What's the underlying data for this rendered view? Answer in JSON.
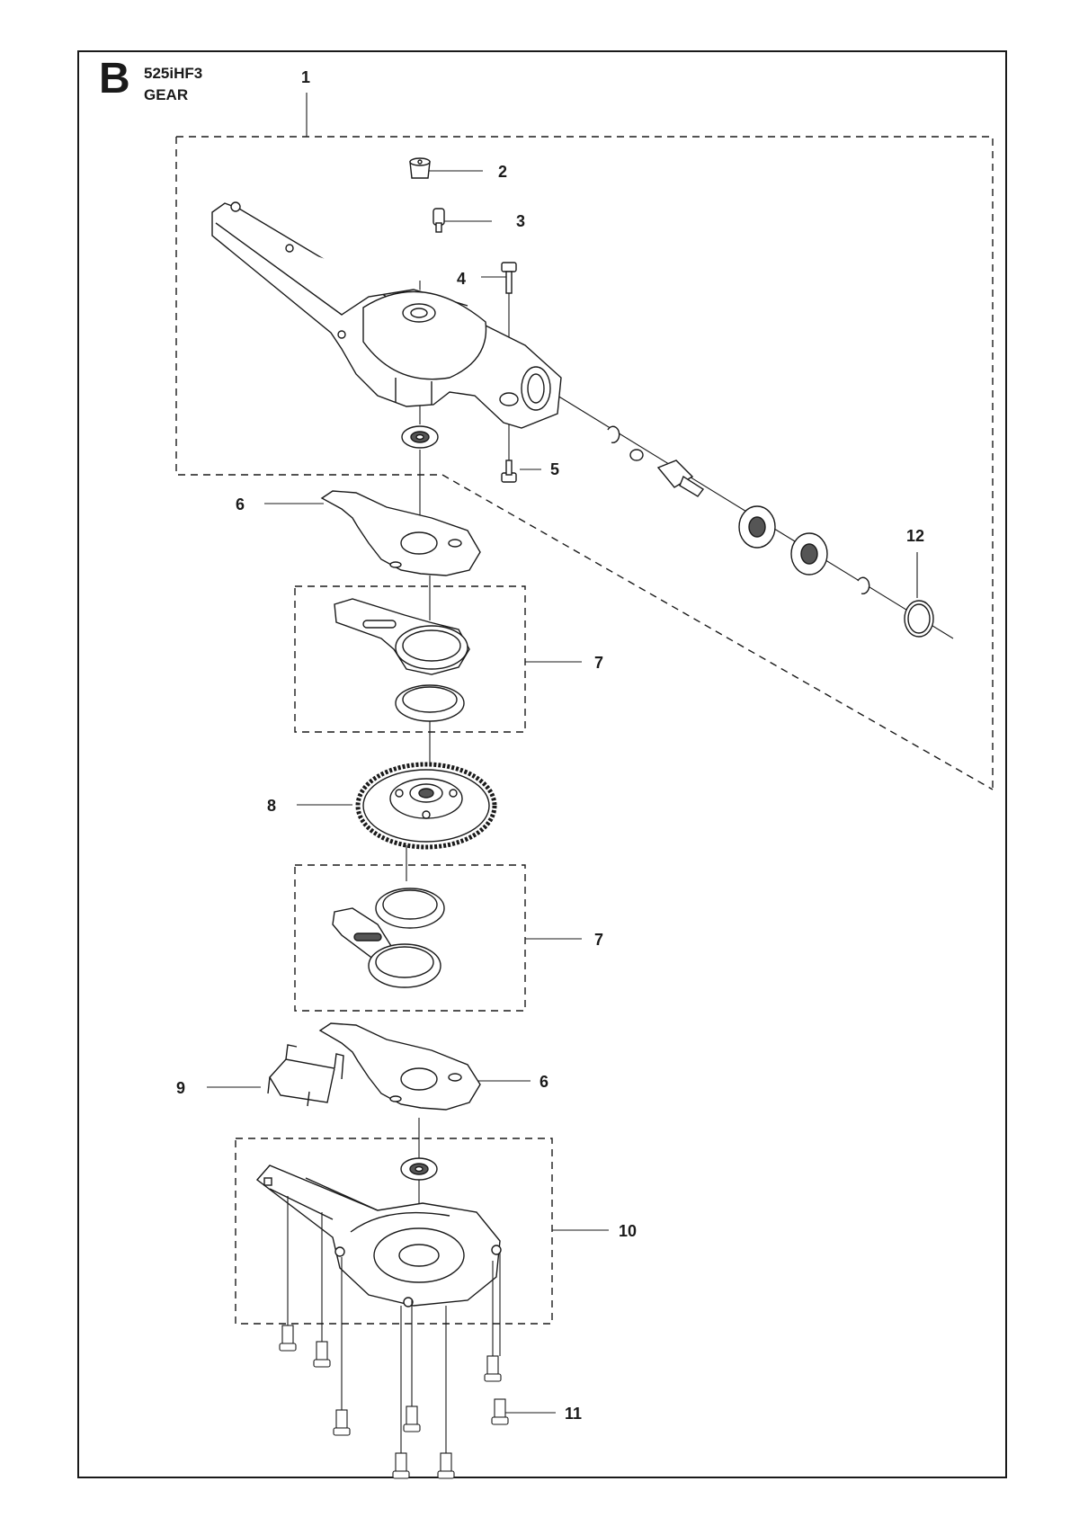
{
  "header": {
    "section_letter": "B",
    "model": "525iHF3",
    "title": "GEAR"
  },
  "callouts": {
    "c1": "1",
    "c2": "2",
    "c3": "3",
    "c4": "4",
    "c5": "5",
    "c6a": "6",
    "c6b": "6",
    "c7a": "7",
    "c7b": "7",
    "c8": "8",
    "c9": "9",
    "c10": "10",
    "c11": "11",
    "c12": "12"
  },
  "colors": {
    "line": "#1a1a1a",
    "part_fill": "#ffffff",
    "part_shade": "#555555"
  }
}
